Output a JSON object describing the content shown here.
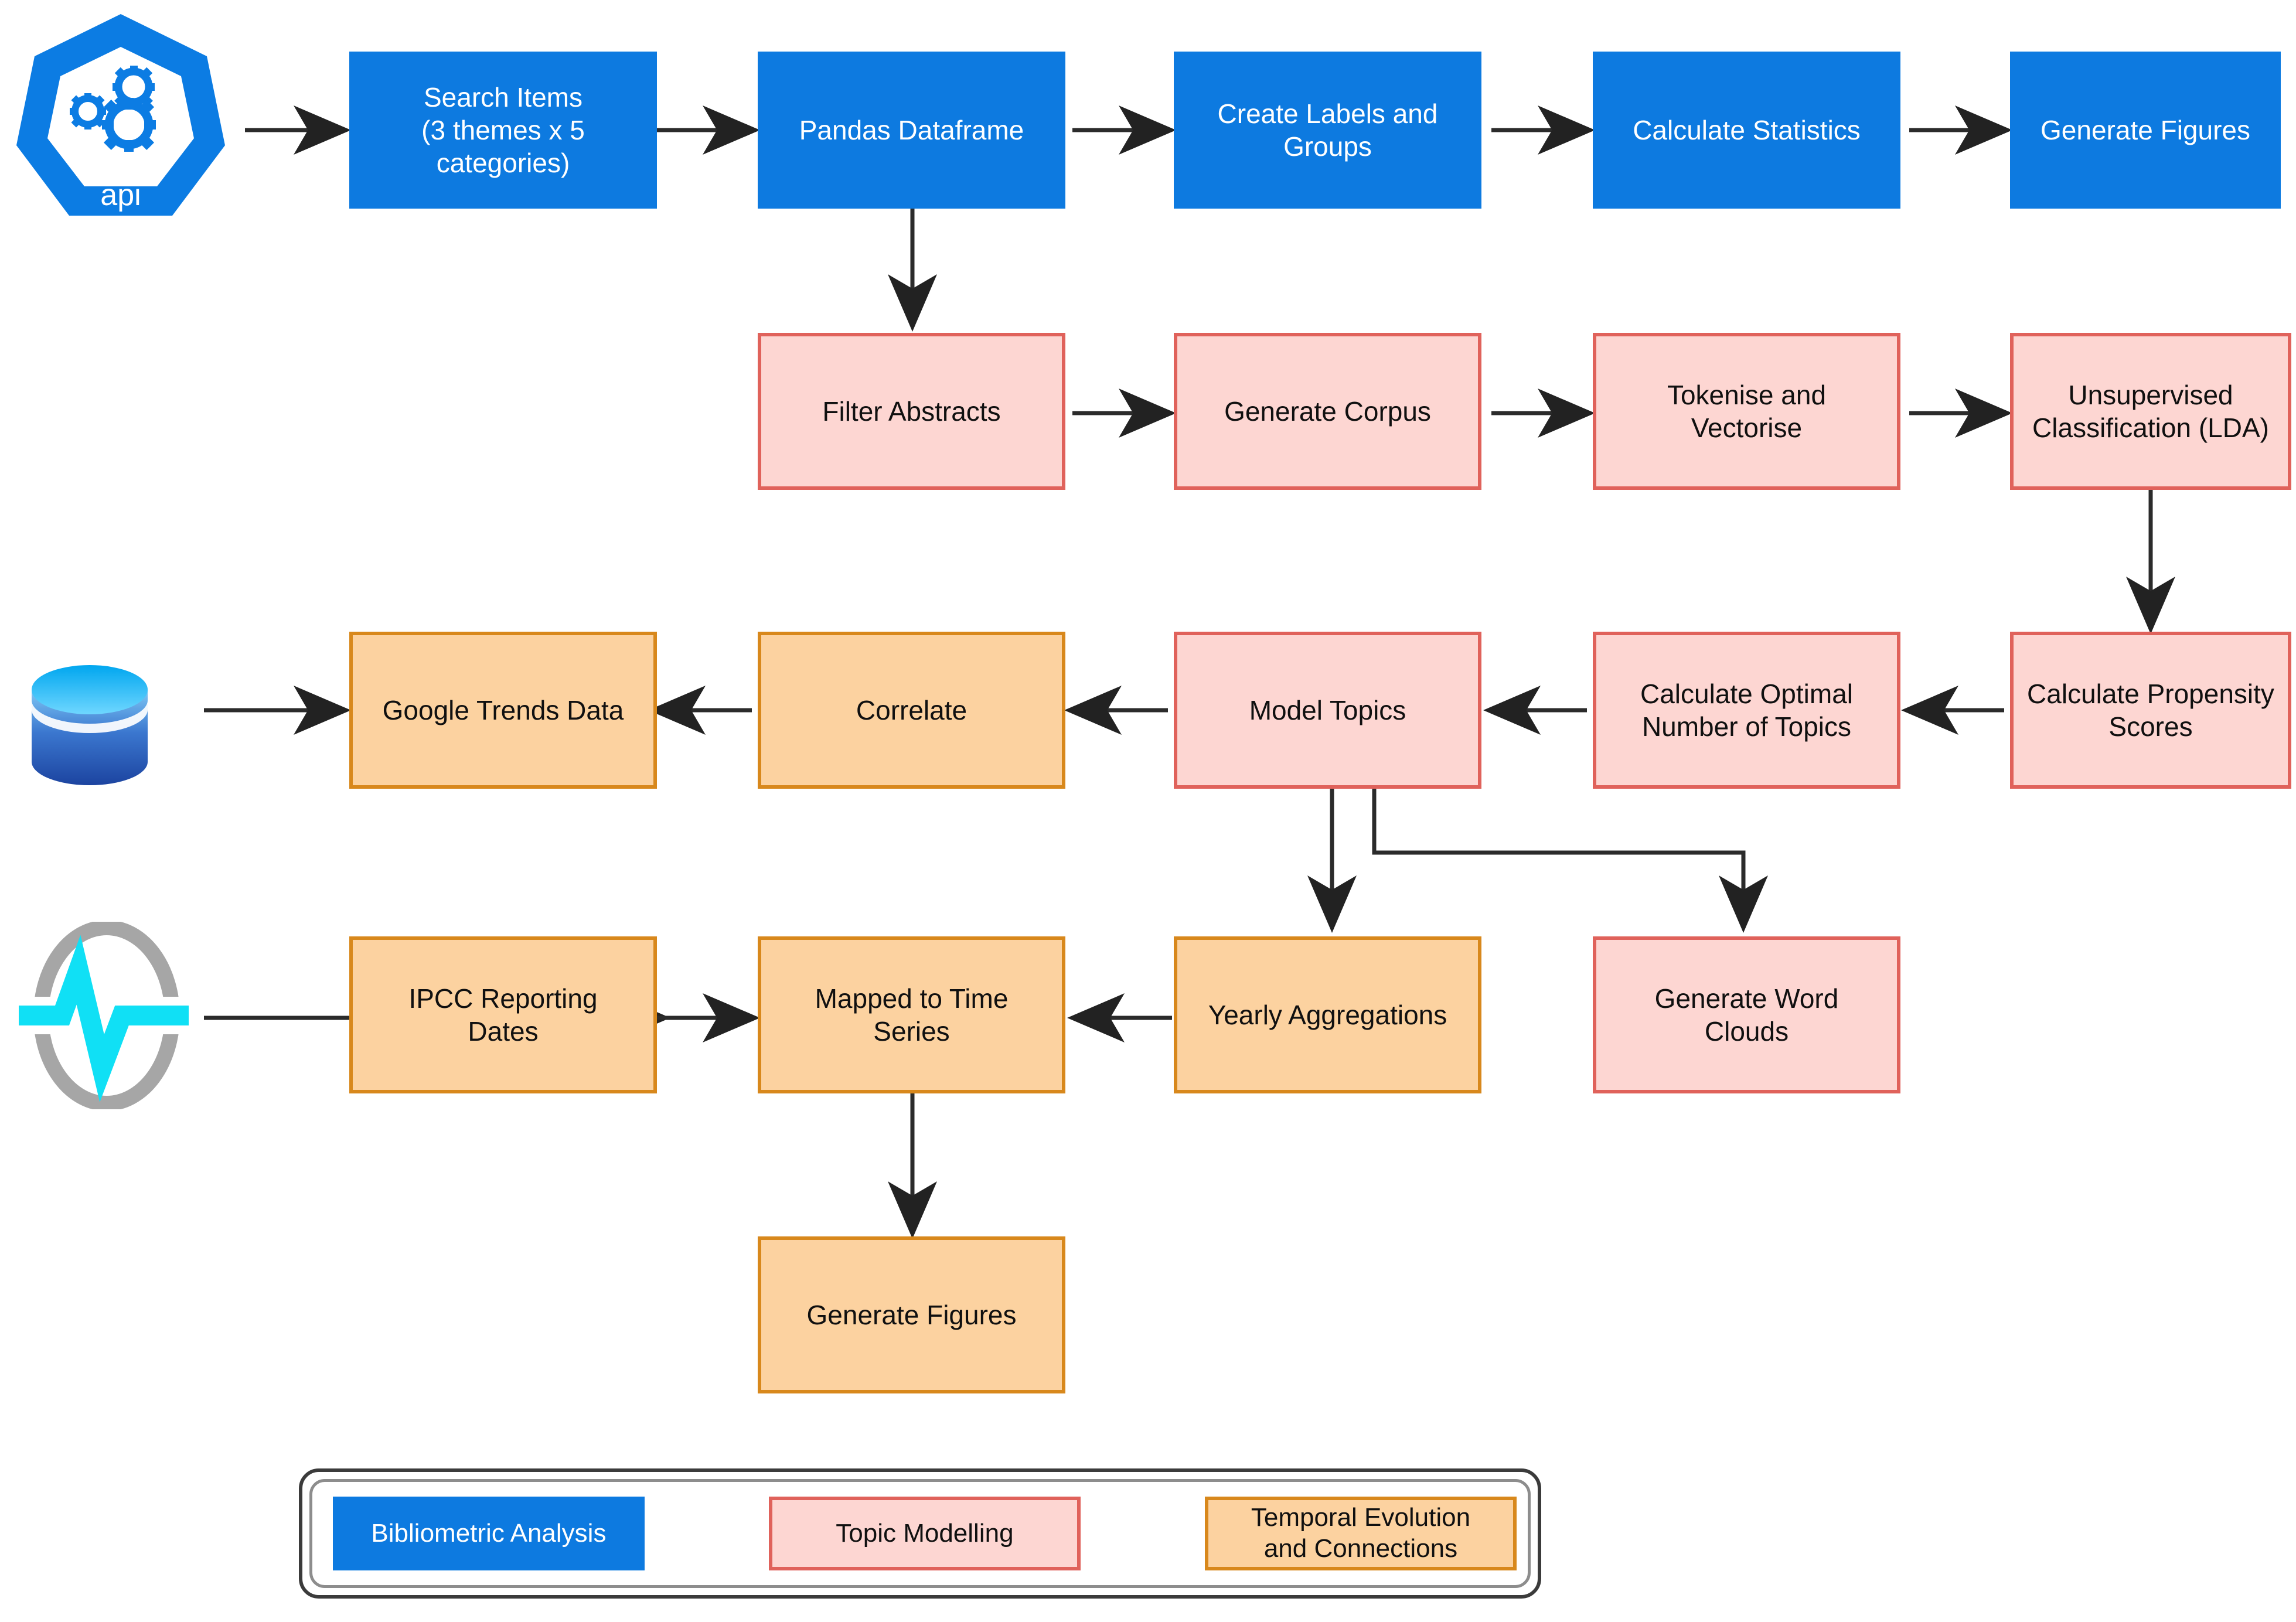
{
  "diagram": {
    "title": "Research Pipeline Flowchart",
    "colors": {
      "blue_fill": "#0d7ae0",
      "blue_text": "#ffffff",
      "pink_fill": "#fdd6d2",
      "pink_border": "#e0625b",
      "orange_fill": "#fcd2a0",
      "orange_border": "#d8881c",
      "edge": "#2b2b2b",
      "api_icon": "#0c7ce3",
      "db_icon_top": "#00b0f0",
      "db_icon_bottom": "#1f4fa8",
      "pulse_ring": "#a6a6a6",
      "pulse_line": "#10e0f5"
    }
  },
  "icons": {
    "api": {
      "name": "api-gears-icon",
      "label": "api"
    },
    "database": {
      "name": "database-cylinder-icon",
      "label": ""
    },
    "pulse": {
      "name": "pulse-ring-icon",
      "label": ""
    }
  },
  "nodes": {
    "search_items": {
      "label": "Search Items\n(3 themes x 5\ncategories)",
      "group": "Bibliometric Analysis"
    },
    "pandas_dataframe": {
      "label": "Pandas Dataframe",
      "group": "Bibliometric Analysis"
    },
    "create_labels": {
      "label": "Create Labels and\nGroups",
      "group": "Bibliometric Analysis"
    },
    "calculate_statistics": {
      "label": "Calculate Statistics",
      "group": "Bibliometric Analysis"
    },
    "generate_figures_top": {
      "label": "Generate Figures",
      "group": "Bibliometric Analysis"
    },
    "filter_abstracts": {
      "label": "Filter Abstracts",
      "group": "Topic Modelling"
    },
    "generate_corpus": {
      "label": "Generate Corpus",
      "group": "Topic Modelling"
    },
    "tokenise_vectorise": {
      "label": "Tokenise and\nVectorise",
      "group": "Topic Modelling"
    },
    "unsupervised_lda": {
      "label": "Unsupervised\nClassification (LDA)",
      "group": "Topic Modelling"
    },
    "google_trends": {
      "label": "Google Trends Data",
      "group": "Temporal Evolution and Connections"
    },
    "correlate": {
      "label": "Correlate",
      "group": "Temporal Evolution and Connections"
    },
    "model_topics": {
      "label": "Model Topics",
      "group": "Topic Modelling"
    },
    "optimal_topics": {
      "label": "Calculate Optimal\nNumber of Topics",
      "group": "Topic Modelling"
    },
    "propensity_scores": {
      "label": "Calculate Propensity\nScores",
      "group": "Topic Modelling"
    },
    "ipcc_dates": {
      "label": "IPCC Reporting\nDates",
      "group": "Temporal Evolution and Connections"
    },
    "mapped_time_series": {
      "label": "Mapped to Time\nSeries",
      "group": "Temporal Evolution and Connections"
    },
    "yearly_aggregations": {
      "label": "Yearly Aggregations",
      "group": "Temporal Evolution and Connections"
    },
    "word_clouds": {
      "label": "Generate Word\nClouds",
      "group": "Topic Modelling"
    },
    "generate_figures_bottom": {
      "label": "Generate Figures",
      "group": "Temporal Evolution and Connections"
    }
  },
  "legend": {
    "items": [
      {
        "label": "Bibliometric Analysis",
        "color": "#0d7ae0"
      },
      {
        "label": "Topic Modelling",
        "color": "#fdd6d2"
      },
      {
        "label": "Temporal Evolution\nand Connections",
        "color": "#fcd2a0"
      }
    ]
  },
  "edges": [
    {
      "from": "api-icon",
      "to": "search_items"
    },
    {
      "from": "search_items",
      "to": "pandas_dataframe"
    },
    {
      "from": "pandas_dataframe",
      "to": "create_labels"
    },
    {
      "from": "create_labels",
      "to": "calculate_statistics"
    },
    {
      "from": "calculate_statistics",
      "to": "generate_figures_top"
    },
    {
      "from": "pandas_dataframe",
      "to": "filter_abstracts"
    },
    {
      "from": "filter_abstracts",
      "to": "generate_corpus"
    },
    {
      "from": "generate_corpus",
      "to": "tokenise_vectorise"
    },
    {
      "from": "tokenise_vectorise",
      "to": "unsupervised_lda"
    },
    {
      "from": "unsupervised_lda",
      "to": "propensity_scores"
    },
    {
      "from": "propensity_scores",
      "to": "optimal_topics"
    },
    {
      "from": "optimal_topics",
      "to": "model_topics"
    },
    {
      "from": "model_topics",
      "to": "correlate"
    },
    {
      "from": "database-icon",
      "to": "google_trends"
    },
    {
      "from": "google_trends",
      "to": "correlate"
    },
    {
      "from": "model_topics",
      "to": "yearly_aggregations"
    },
    {
      "from": "model_topics",
      "to": "word_clouds"
    },
    {
      "from": "yearly_aggregations",
      "to": "mapped_time_series"
    },
    {
      "from": "pulse-icon",
      "to": "ipcc_dates"
    },
    {
      "from": "ipcc_dates",
      "to": "mapped_time_series"
    },
    {
      "from": "mapped_time_series",
      "to": "generate_figures_bottom"
    }
  ]
}
